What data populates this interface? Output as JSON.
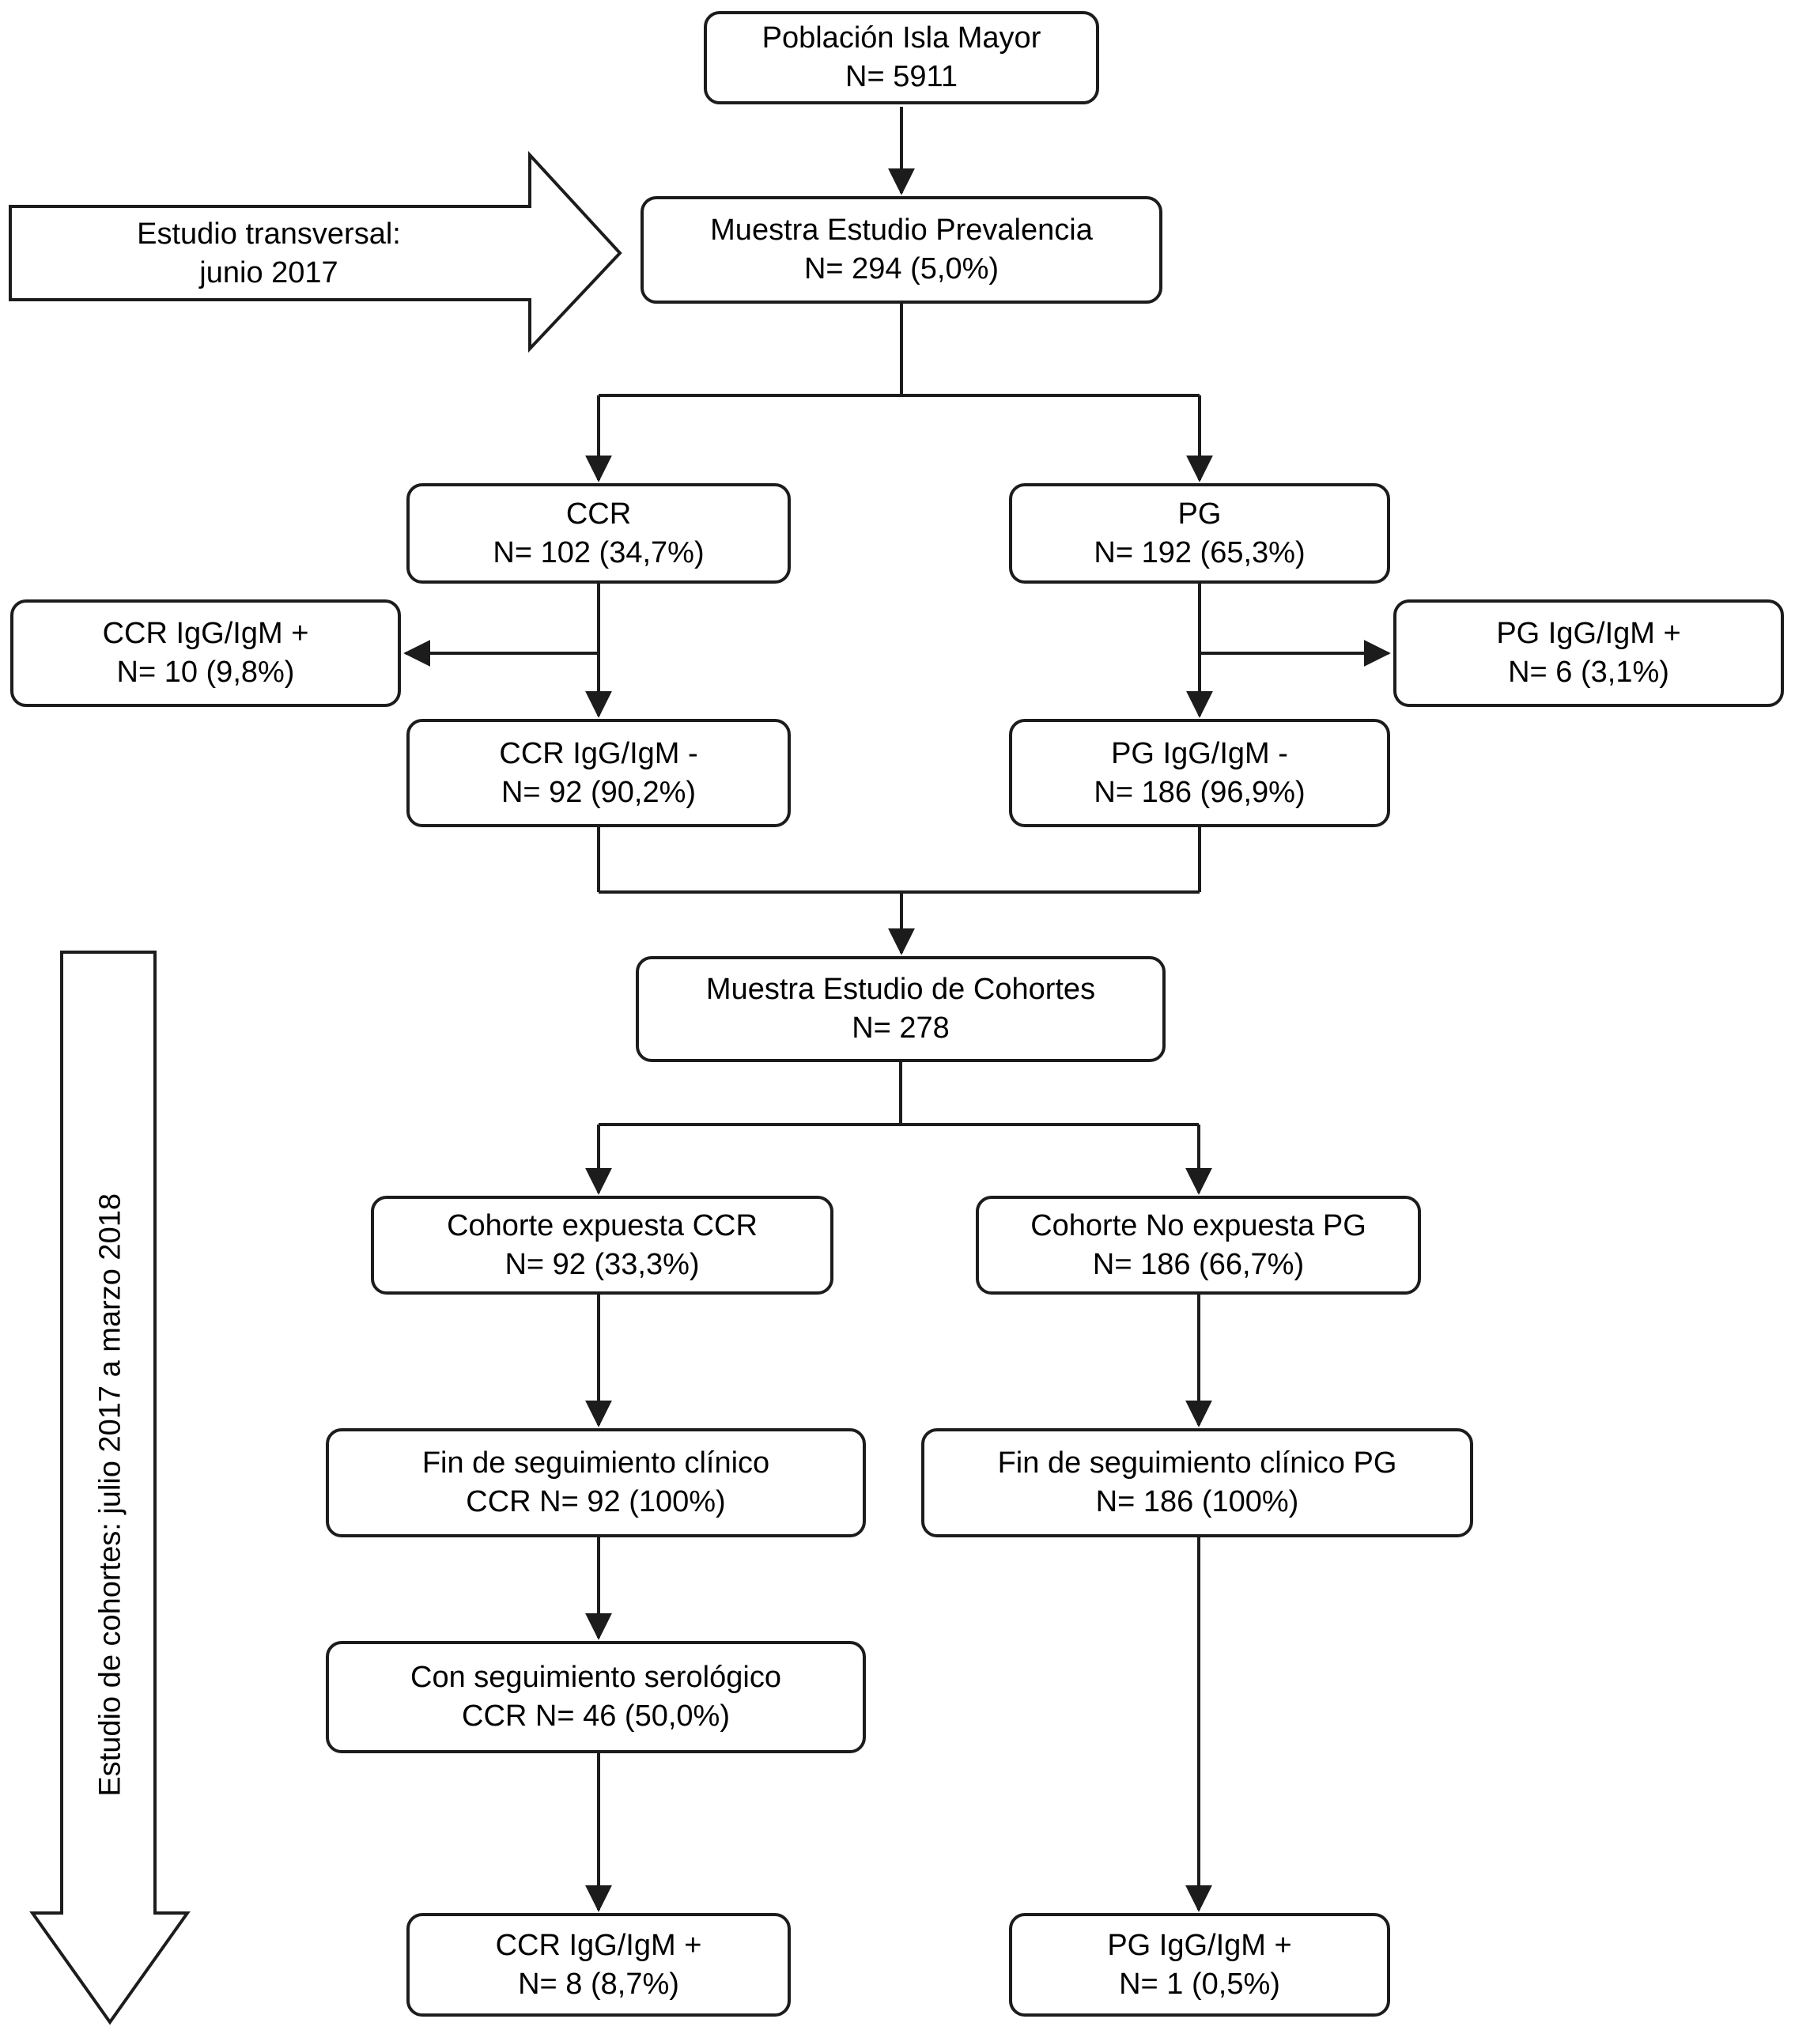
{
  "figure": {
    "annotations": {
      "transversal": {
        "line1": "Estudio transversal:",
        "line2": "junio 2017"
      },
      "cohortes_label": "Estudio de cohortes: julio 2017 a marzo 2018"
    },
    "boxes": {
      "poblacion": {
        "line1": "Población Isla Mayor",
        "line2": "N= 5911"
      },
      "prevalencia": {
        "line1": "Muestra Estudio Prevalencia",
        "line2": "N= 294 (5,0%)"
      },
      "ccr": {
        "line1": "CCR",
        "line2": "N= 102 (34,7%)"
      },
      "pg": {
        "line1": "PG",
        "line2": "N= 192 (65,3%)"
      },
      "ccr_pos": {
        "line1": "CCR IgG/IgM +",
        "line2": "N= 10 (9,8%)"
      },
      "pg_pos": {
        "line1": "PG IgG/IgM +",
        "line2": "N= 6 (3,1%)"
      },
      "ccr_neg": {
        "line1": "CCR IgG/IgM -",
        "line2": "N= 92 (90,2%)"
      },
      "pg_neg": {
        "line1": "PG IgG/IgM -",
        "line2": "N= 186 (96,9%)"
      },
      "cohortes": {
        "line1": "Muestra Estudio de Cohortes",
        "line2": "N= 278"
      },
      "cohorte_ccr": {
        "line1": "Cohorte expuesta CCR",
        "line2": "N= 92 (33,3%)"
      },
      "cohorte_pg": {
        "line1": "Cohorte No expuesta PG",
        "line2": "N= 186 (66,7%)"
      },
      "fin_ccr": {
        "line1": "Fin de seguimiento clínico",
        "line2": "CCR N= 92 (100%)"
      },
      "fin_pg": {
        "line1": "Fin de seguimiento clínico PG",
        "line2": "N= 186 (100%)"
      },
      "sero_ccr": {
        "line1": "Con seguimiento serológico",
        "line2": "CCR N= 46 (50,0%)"
      },
      "ccr_final": {
        "line1": "CCR IgG/IgM +",
        "line2": "N= 8 (8,7%)"
      },
      "pg_final": {
        "line1": "PG IgG/IgM +",
        "line2": "N= 1 (0,5%)"
      }
    },
    "colors": {
      "stroke": "#1c1c1c",
      "background": "#ffffff"
    }
  }
}
